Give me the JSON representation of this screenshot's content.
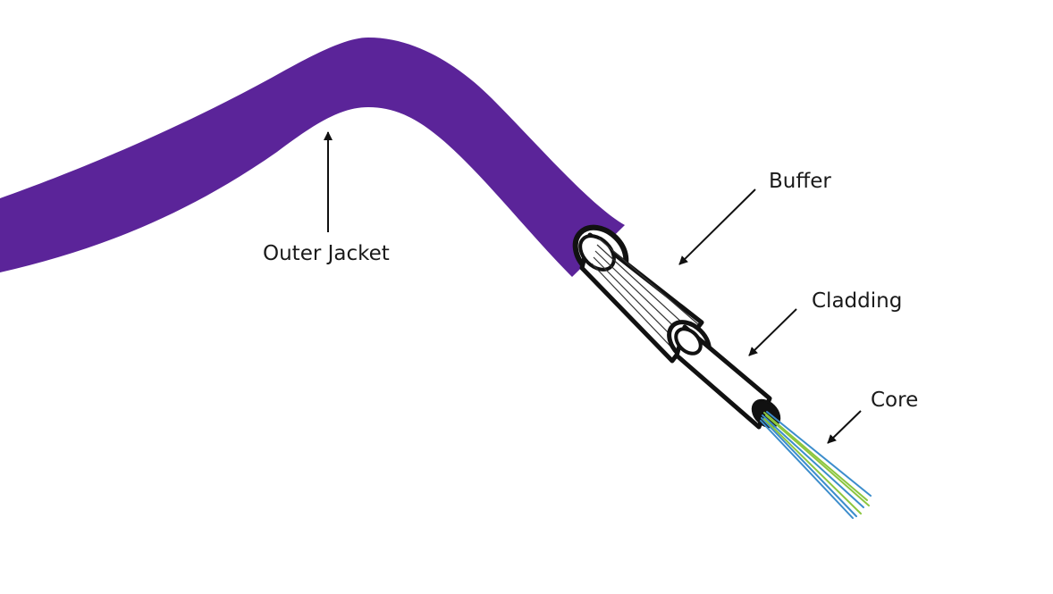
{
  "labels": {
    "outer_jacket": "Outer Jacket",
    "buffer": "Buffer",
    "cladding": "Cladding",
    "core": "Core"
  },
  "colors": {
    "jacket": "#5b2499",
    "outline": "#111111",
    "background": "#ffffff",
    "fiber_green": "#8cc63f",
    "fiber_blue": "#3c8dcc"
  }
}
